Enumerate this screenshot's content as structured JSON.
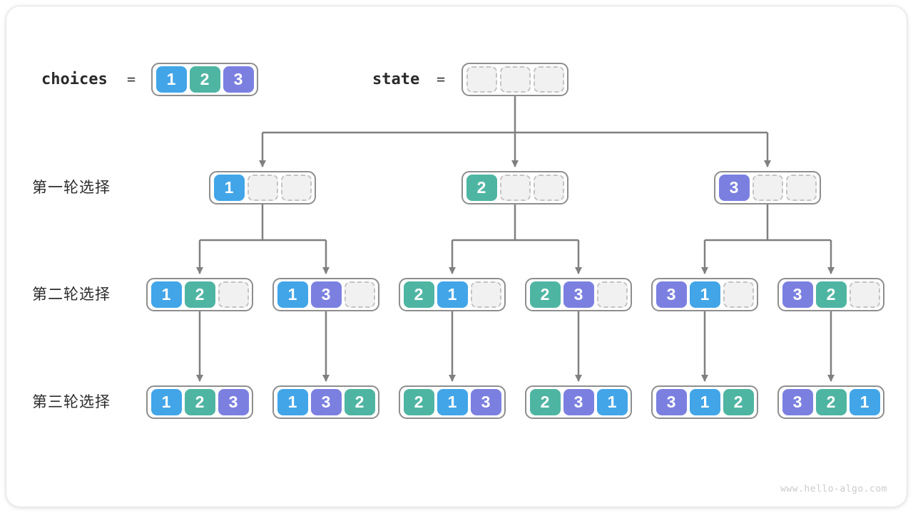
{
  "palette": {
    "1": "#42A5E8",
    "2": "#4FB5A3",
    "3": "#7B80E0",
    "empty_fill": "#F1F1F1",
    "empty_border": "#C4C4C4",
    "container_border": "#8E8E8E",
    "arrow": "#808080"
  },
  "header": {
    "choices_label": "choices",
    "choices_equals": "=",
    "choices_cells": [
      1,
      2,
      3
    ],
    "state_label": "state",
    "state_equals": "=",
    "state_cells": [
      null,
      null,
      null
    ]
  },
  "rows": [
    {
      "label": "第一轮选择",
      "boxes": [
        [
          1,
          null,
          null
        ],
        [
          2,
          null,
          null
        ],
        [
          3,
          null,
          null
        ]
      ]
    },
    {
      "label": "第二轮选择",
      "boxes": [
        [
          1,
          2,
          null
        ],
        [
          1,
          3,
          null
        ],
        [
          2,
          1,
          null
        ],
        [
          2,
          3,
          null
        ],
        [
          3,
          1,
          null
        ],
        [
          3,
          2,
          null
        ]
      ]
    },
    {
      "label": "第三轮选择",
      "boxes": [
        [
          1,
          2,
          3
        ],
        [
          1,
          3,
          2
        ],
        [
          2,
          1,
          3
        ],
        [
          2,
          3,
          1
        ],
        [
          3,
          1,
          2
        ],
        [
          3,
          2,
          1
        ]
      ]
    }
  ],
  "watermark": "www.hello-algo.com"
}
